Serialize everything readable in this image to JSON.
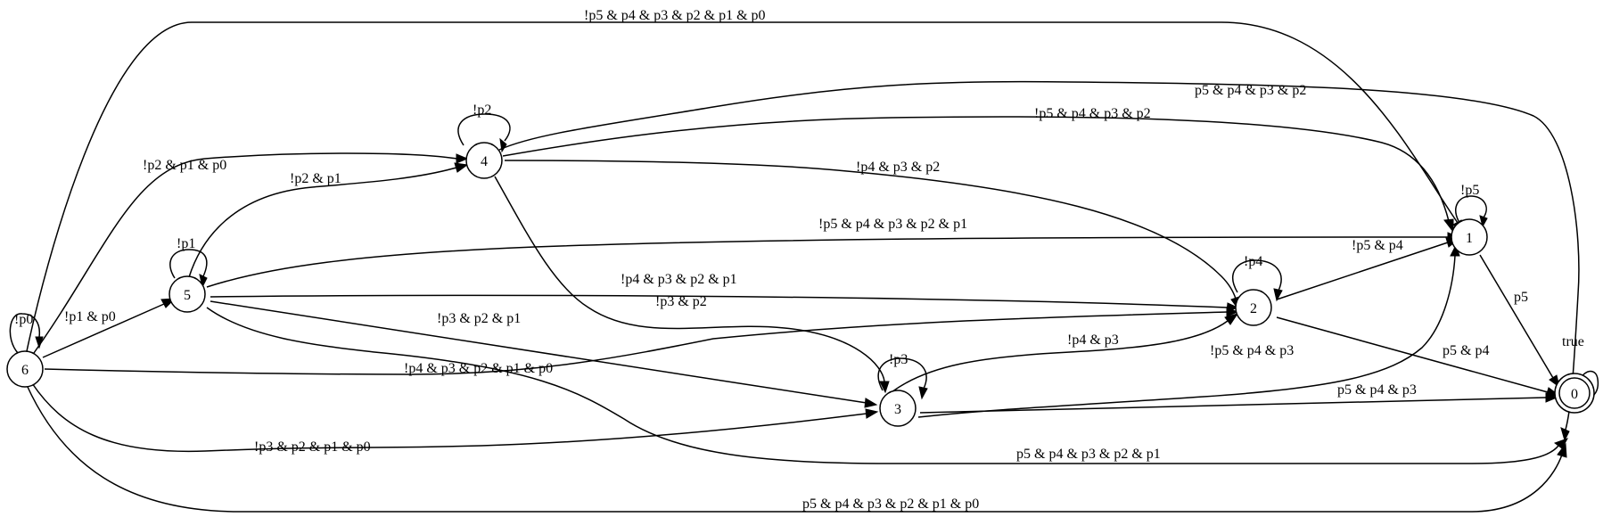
{
  "nodes": [
    {
      "id": "0",
      "label": "0",
      "accepting": true
    },
    {
      "id": "1",
      "label": "1"
    },
    {
      "id": "2",
      "label": "2"
    },
    {
      "id": "3",
      "label": "3"
    },
    {
      "id": "4",
      "label": "4"
    },
    {
      "id": "5",
      "label": "5"
    },
    {
      "id": "6",
      "label": "6"
    }
  ],
  "edges": [
    {
      "from": "6",
      "to": "6",
      "label": "!p0"
    },
    {
      "from": "6",
      "to": "1",
      "label": "!p5 & p4 & p3 & p2 & p1 & p0"
    },
    {
      "from": "6",
      "to": "4",
      "label": "!p2 & p1 & p0"
    },
    {
      "from": "6",
      "to": "5",
      "label": "!p1 & p0"
    },
    {
      "from": "6",
      "to": "2",
      "label": "!p4 & p3 & p2 & p1 & p0"
    },
    {
      "from": "6",
      "to": "3",
      "label": "!p3 & p2 & p1 & p0"
    },
    {
      "from": "6",
      "to": "0",
      "label": "p5 & p4 & p3 & p2 & p1 & p0"
    },
    {
      "from": "5",
      "to": "5",
      "label": "!p1"
    },
    {
      "from": "5",
      "to": "4",
      "label": "!p2 & p1"
    },
    {
      "from": "5",
      "to": "1",
      "label": "!p5 & p4 & p3 & p2 & p1"
    },
    {
      "from": "5",
      "to": "2",
      "label": "!p4 & p3 & p2 & p1"
    },
    {
      "from": "5",
      "to": "3",
      "label": "!p3 & p2 & p1"
    },
    {
      "from": "5",
      "to": "0",
      "label": "p5 & p4 & p3 & p2 & p1"
    },
    {
      "from": "4",
      "to": "4",
      "label": "!p2"
    },
    {
      "from": "4",
      "to": "0",
      "label": "p5 & p4 & p3 & p2"
    },
    {
      "from": "4",
      "to": "1",
      "label": "!p5 & p4 & p3 & p2"
    },
    {
      "from": "4",
      "to": "2",
      "label": "!p4 & p3 & p2"
    },
    {
      "from": "4",
      "to": "3",
      "label": "!p3 & p2"
    },
    {
      "from": "3",
      "to": "3",
      "label": "!p3"
    },
    {
      "from": "3",
      "to": "2",
      "label": "!p4 & p3"
    },
    {
      "from": "3",
      "to": "1",
      "label": "!p5 & p4 & p3"
    },
    {
      "from": "3",
      "to": "0",
      "label": "p5 & p4 & p3"
    },
    {
      "from": "2",
      "to": "2",
      "label": "!p4"
    },
    {
      "from": "2",
      "to": "1",
      "label": "!p5 & p4"
    },
    {
      "from": "2",
      "to": "0",
      "label": "p5 & p4"
    },
    {
      "from": "1",
      "to": "1",
      "label": "!p5"
    },
    {
      "from": "1",
      "to": "0",
      "label": "p5"
    },
    {
      "from": "0",
      "to": "0",
      "label": "true"
    }
  ]
}
